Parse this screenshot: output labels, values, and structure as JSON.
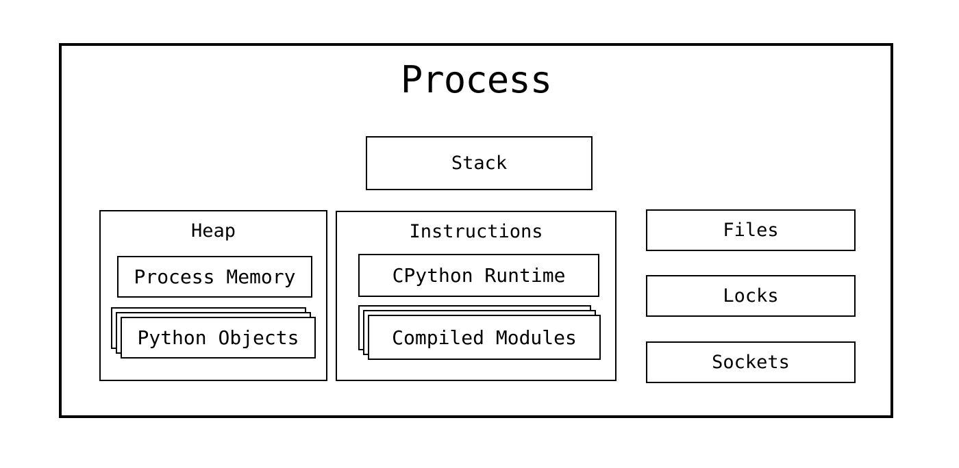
{
  "diagram": {
    "title": "Process",
    "boxes": {
      "stack": "Stack",
      "heap": {
        "label": "Heap",
        "children": {
          "process_memory": "Process Memory",
          "python_objects": "Python Objects"
        }
      },
      "instructions": {
        "label": "Instructions",
        "children": {
          "cpython_runtime": "CPython Runtime",
          "compiled_modules": "Compiled Modules"
        }
      },
      "resources": [
        "Files",
        "Locks",
        "Sockets"
      ]
    },
    "colors": {
      "border": "#000000",
      "background": "#ffffff",
      "text": "#000000"
    }
  }
}
